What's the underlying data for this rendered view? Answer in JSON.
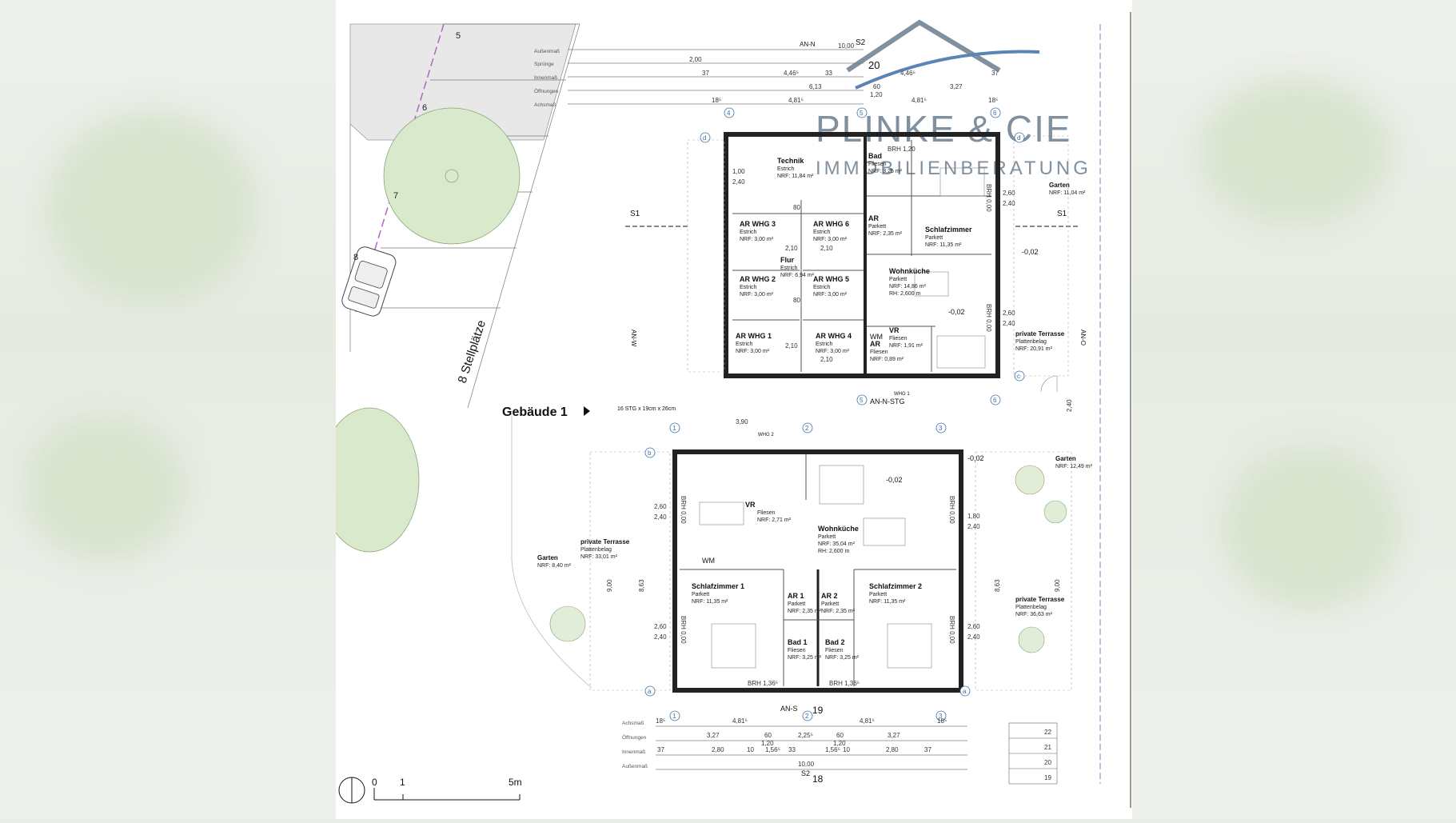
{
  "watermark": {
    "line1": "PLINKE & CIE",
    "line2": "IMMOBILIENBERATUNG",
    "color": "#6b7d8e",
    "accent": "#3d6fa8"
  },
  "site": {
    "parking_label": "8 Stellplätze",
    "building_label": "Gebäude 1",
    "lot_numbers": [
      "5",
      "6",
      "7",
      "8"
    ]
  },
  "scale_bar": {
    "zero": "0",
    "one": "1",
    "five": "5m"
  },
  "top_dims": {
    "row_labels": [
      "Außenmaß",
      "Sprünge",
      "Innenmaß",
      "Öffnungen",
      "Achsmaß"
    ],
    "aussenmass": "10,00",
    "spruenge": "2,00",
    "innen": [
      "37",
      "4,46⁵",
      "33",
      "4,46⁵",
      "37"
    ],
    "oeffnungen": [
      "6,13",
      "60",
      "1,20",
      "3,27"
    ],
    "achsmass": [
      "18⁵",
      "4,81⁵",
      "4,81⁵",
      "18⁵"
    ]
  },
  "bottom_dims": {
    "row_labels": [
      "Achsmaß",
      "Öffnungen",
      "Innenmaß",
      "Außenmaß"
    ],
    "achsmass": [
      "18⁵",
      "4,81⁵",
      "4,81⁵",
      "18⁵"
    ],
    "oeffnungen": [
      "3,27",
      "60",
      "1,20",
      "2,25⁵",
      "60",
      "1,20",
      "3,27"
    ],
    "innen": [
      "37",
      "2,80",
      "10",
      "1,56⁵",
      "33",
      "1,56⁵",
      "10",
      "2,80",
      "37"
    ],
    "aussenmass": "10,00",
    "stairs": [
      "22",
      "21",
      "20",
      "19"
    ]
  },
  "axes": {
    "top": [
      "4",
      "5",
      "6"
    ],
    "bottom": [
      "1",
      "2",
      "3"
    ],
    "letters_top": [
      "d",
      "c"
    ],
    "letters_bottom": [
      "b",
      "a"
    ]
  },
  "markers": {
    "s2_top": "S2",
    "s2_top_num": "20",
    "s1_left": "S1",
    "s1_right": "S1",
    "an_n": "AN-N",
    "an_w": "AN-W",
    "an_o": "AN-O",
    "an_s": "AN-S",
    "an_s_num": "19",
    "an_n_stg": "AN-N-STG",
    "s2_bottom": "S2",
    "s2_bottom_num": "18",
    "whg1": "WHG 1",
    "whg2": "WHG 2",
    "stair_note": "16 STG x 19cm x 26cm",
    "stair_width": "3,90",
    "gap": "2,40"
  },
  "upper_unit": {
    "technik": {
      "name": "Technik",
      "floor": "Estrich",
      "area": "NRF: 11,84 m²"
    },
    "ar3": {
      "name": "AR WHG 3",
      "floor": "Estrich",
      "area": "NRF: 3,00 m²"
    },
    "ar6": {
      "name": "AR WHG 6",
      "floor": "Estrich",
      "area": "NRF: 3,00 m²"
    },
    "flur": {
      "name": "Flur",
      "floor": "Estrich",
      "area": "NRF: 6,94 m²"
    },
    "ar2": {
      "name": "AR WHG 2",
      "floor": "Estrich",
      "area": "NRF: 3,00 m²"
    },
    "ar5": {
      "name": "AR WHG 5",
      "floor": "Estrich",
      "area": "NRF: 3,00 m²"
    },
    "ar1": {
      "name": "AR WHG 1",
      "floor": "Estrich",
      "area": "NRF: 3,00 m²"
    },
    "ar4": {
      "name": "AR WHG 4",
      "floor": "Estrich",
      "area": "NRF: 3,00 m²"
    },
    "bad": {
      "name": "Bad",
      "floor": "Fliesen",
      "area": "NRF: 3,25 m²"
    },
    "ar": {
      "name": "AR",
      "floor": "Parkett",
      "area": "NRF: 2,35 m²"
    },
    "schlaf": {
      "name": "Schlafzimmer",
      "floor": "Parkett",
      "area": "NRF: 11,35 m²"
    },
    "wohn": {
      "name": "Wohnküche",
      "floor": "Parkett",
      "area": "NRF: 14,86 m²",
      "rh": "RH: 2,600 m"
    },
    "vr": {
      "name": "VR",
      "floor": "Fliesen",
      "area": "NRF: 1,91 m²"
    },
    "ar_small": {
      "name": "AR",
      "floor": "Fliesen",
      "area": "NRF: 0,89 m²"
    },
    "wm": "WM",
    "brh_top": "BRH 1,20",
    "brh_side": "BRH 0,00",
    "level": "-0,02",
    "garden": {
      "name": "Garten",
      "area": "NRF: 11,04 m²"
    },
    "terrace": {
      "name": "private Terrasse",
      "floor": "Plattenbelag",
      "area": "NRF: 20,91 m²"
    },
    "door_dims": [
      "80",
      "2,10"
    ],
    "window_dims": [
      "1,00",
      "2,40"
    ],
    "window_dims2": [
      "2,60",
      "2,40"
    ]
  },
  "lower_unit": {
    "vr": {
      "name": "VR",
      "floor": "Fliesen",
      "area": "NRF: 2,71 m²"
    },
    "wohn": {
      "name": "Wohnküche",
      "floor": "Parkett",
      "area": "NRF: 35,04 m²",
      "rh": "RH: 2,600 m"
    },
    "schlaf1": {
      "name": "Schlafzimmer 1",
      "floor": "Parkett",
      "area": "NRF: 11,35 m²"
    },
    "schlaf2": {
      "name": "Schlafzimmer 2",
      "floor": "Parkett",
      "area": "NRF: 11,35 m²"
    },
    "ar1": {
      "name": "AR 1",
      "floor": "Parkett",
      "area": "NRF: 2,35 m²"
    },
    "ar2": {
      "name": "AR 2",
      "floor": "Parkett",
      "area": "NRF: 2,35 m²"
    },
    "bad1": {
      "name": "Bad 1",
      "floor": "Fliesen",
      "area": "NRF: 3,25 m²"
    },
    "bad2": {
      "name": "Bad 2",
      "floor": "Fliesen",
      "area": "NRF: 3,25 m²"
    },
    "wm": "WM",
    "brh_side": "BRH 0,00",
    "brh_bottom": "BRH 1,36⁵",
    "level": "-0,02",
    "garden_left": {
      "name": "Garten",
      "area": "NRF: 8,40 m²"
    },
    "terrace_left": {
      "name": "private Terrasse",
      "floor": "Plattenbelag",
      "area": "NRF: 33,01 m²"
    },
    "garden_right": {
      "name": "Garten",
      "area": "NRF: 12,49 m²"
    },
    "terrace_right": {
      "name": "private Terrasse",
      "floor": "Plattenbelag",
      "area": "NRF: 36,63 m²"
    },
    "side_dims": [
      "2,60",
      "2,40",
      "1,80",
      "2,40"
    ],
    "vert_total": "9,00",
    "vert_total2": "8,63"
  }
}
